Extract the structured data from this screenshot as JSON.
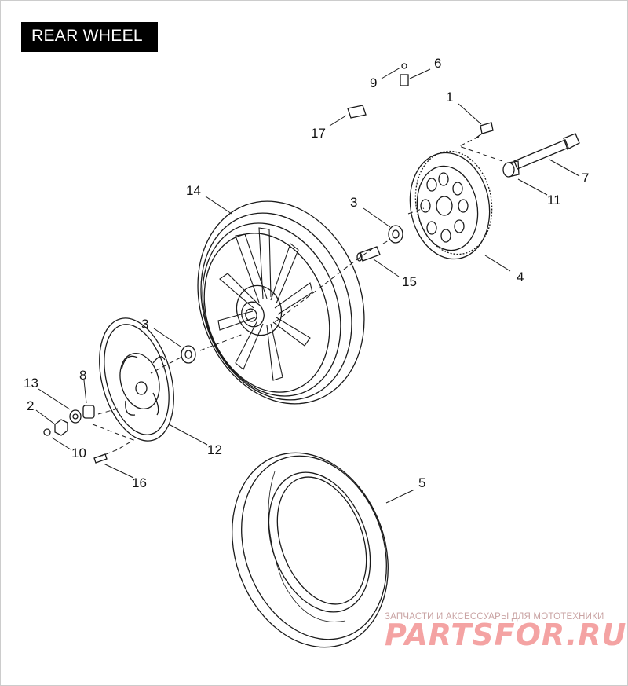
{
  "title": "REAR WHEEL",
  "callouts": {
    "n1": "1",
    "n2": "2",
    "n3a": "3",
    "n3b": "3",
    "n4": "4",
    "n5": "5",
    "n6": "6",
    "n7": "7",
    "n8": "8",
    "n9": "9",
    "n10": "10",
    "n11": "11",
    "n12": "12",
    "n13": "13",
    "n14": "14",
    "n15": "15",
    "n16": "16",
    "n17": "17"
  },
  "watermark": {
    "tagline": "ЗАПЧАСТИ И АКСЕССУАРЫ ДЛЯ МОТОТЕХНИКИ",
    "brand": "PARTSFOR.RU"
  },
  "colors": {
    "line": "#1a1a1a",
    "title_bg": "#000000",
    "watermark": "#f4a3a3"
  }
}
